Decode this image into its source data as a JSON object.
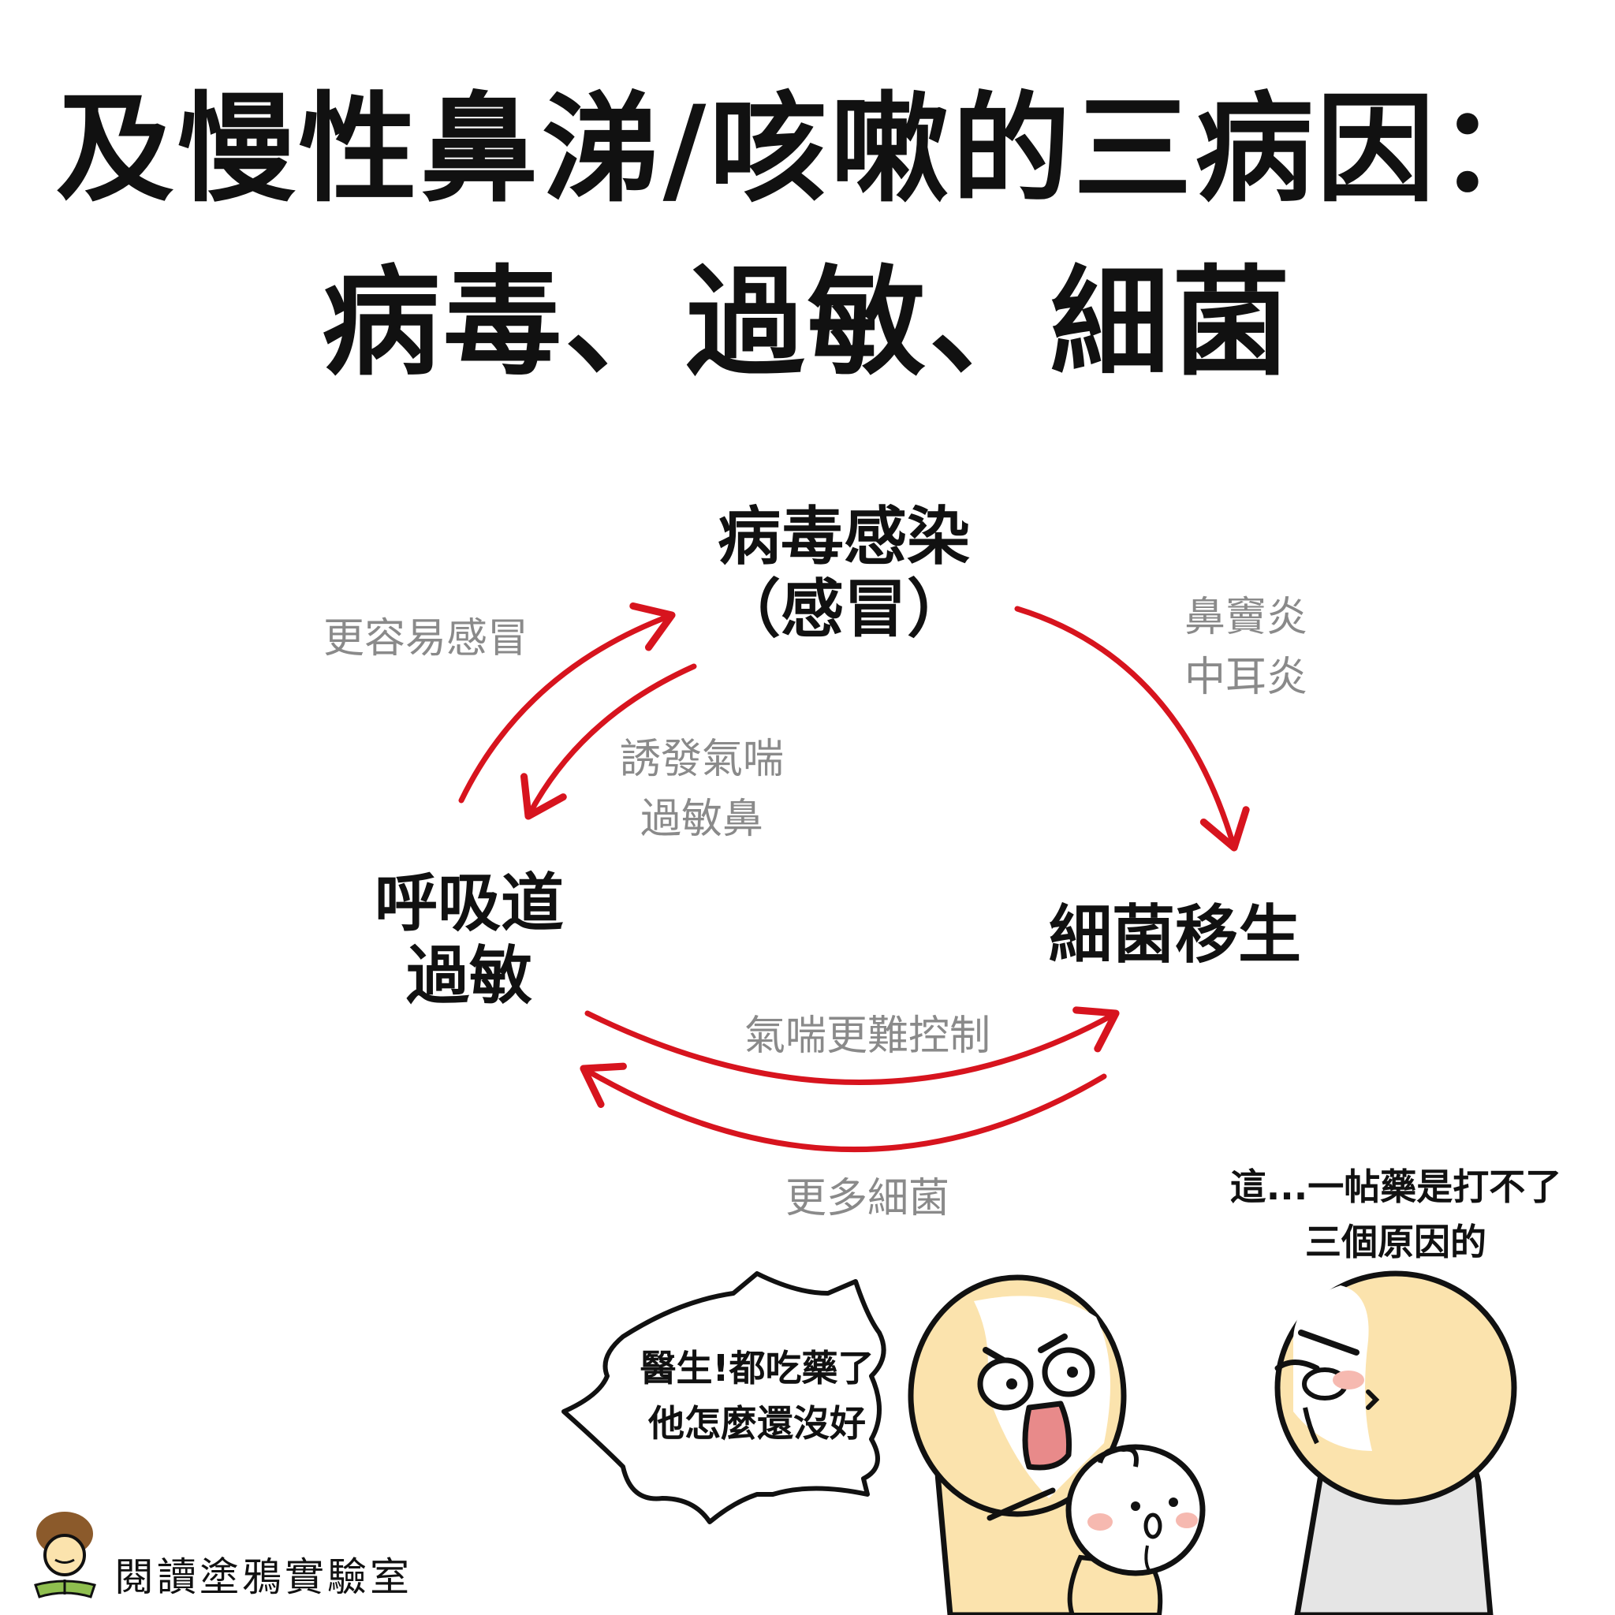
{
  "title": {
    "line1": "及慢性鼻涕/咳嗽的三病因：",
    "line2": "病毒、過敏、細菌"
  },
  "nodes": {
    "virus_line1": "病毒感染",
    "virus_line2": "（感冒）",
    "allergy_line1": "呼吸道",
    "allergy_line2": "過敏",
    "bacteria": "細菌移生"
  },
  "edges": {
    "more_colds": "更容易感冒",
    "asthma_trigger_1": "誘發氣喘",
    "asthma_trigger_2": "過敏鼻",
    "sinusitis_1": "鼻竇炎",
    "sinusitis_2": "中耳炎",
    "asthma_harder": "氣喘更難控制",
    "more_bacteria": "更多細菌"
  },
  "comic": {
    "parent_line1": "醫生!都吃藥了",
    "parent_line2": "他怎麼還沒好",
    "doctor_line1": "這...一帖藥是打不了",
    "doctor_line2": "三個原因的"
  },
  "brand": "閱讀塗鴉實驗室",
  "colors": {
    "arrow": "#d7141e",
    "skin": "#fbe3ad",
    "label_gray": "#8a8a8a"
  }
}
